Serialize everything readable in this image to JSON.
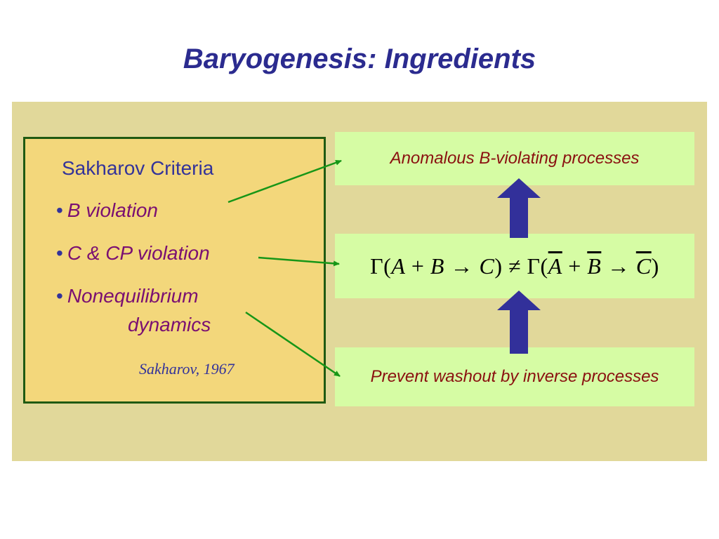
{
  "slide": {
    "title": "Baryogenesis: Ingredients"
  },
  "criteria": {
    "heading": "Sakharov Criteria",
    "bullet_glyph": "•",
    "items": [
      "B violation",
      "C & CP violation",
      "Nonequilibrium"
    ],
    "item3_continuation": "dynamics",
    "citation": "Sakharov, 1967"
  },
  "boxes": {
    "top": "Anomalous B-violating processes",
    "bottom": "Prevent washout by inverse processes"
  },
  "formula": {
    "gamma": "Γ",
    "lhs_A": "A",
    "lhs_B": "B",
    "lhs_C": "C",
    "plus": "+",
    "arrow": "→",
    "neq": "≠",
    "open": "(",
    "close": ")"
  },
  "colors": {
    "title": "#2b2b8f",
    "panel": "#e1d89a",
    "criteria_box": "#f3d77b",
    "criteria_border": "#1f5a12",
    "green_box": "#d6fca4",
    "connector": "#179617",
    "block_arrow": "#32309a",
    "item_text": "#7a0f72",
    "box_text": "#8a1010"
  }
}
